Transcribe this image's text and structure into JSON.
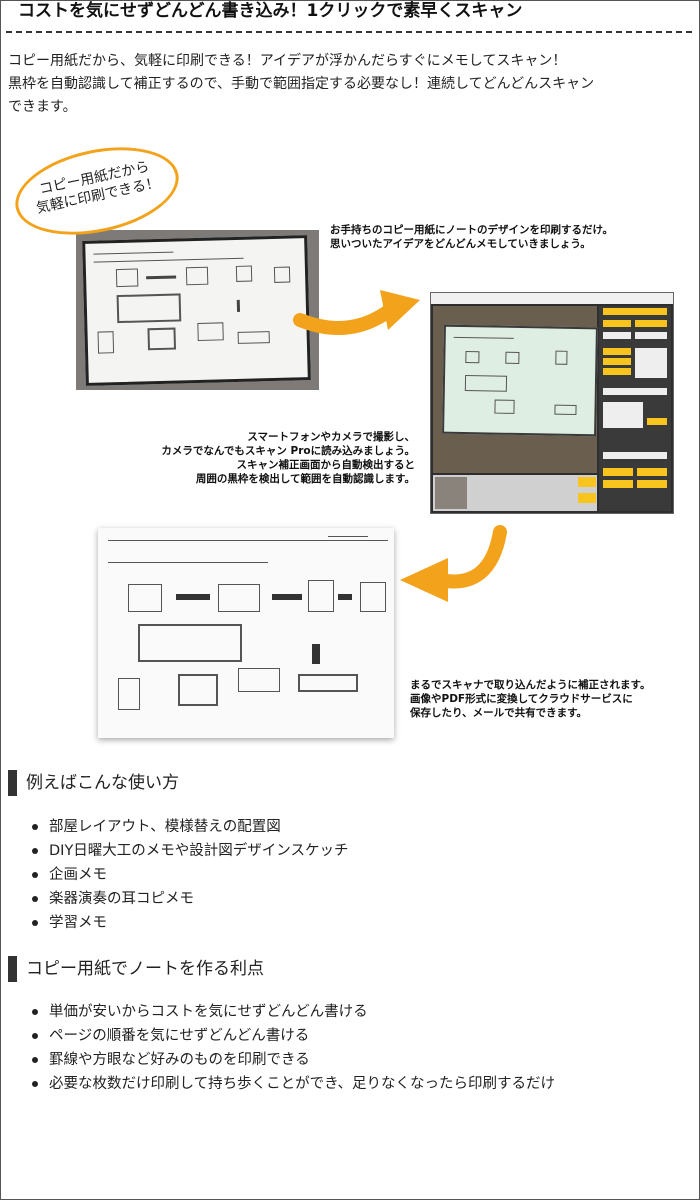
{
  "header": {
    "title": "コストを気にせずどんどん書き込み！1クリックで素早くスキャン"
  },
  "intro": {
    "line1": "コピー用紙だから、気軽に印刷できる！アイデアが浮かんだらすぐにメモしてスキャン！",
    "line2": "黒枠を自動認識して補正するので、手動で範囲指定する必要なし！連続してどんどんスキャン",
    "line3": "できます。"
  },
  "illustration": {
    "bubble_line1": "コピー用紙だから",
    "bubble_line2": "気軽に印刷できる！",
    "caption1_line1": "お手持ちのコピー用紙にノートのデザインを印刷するだけ。",
    "caption1_line2": "思いついたアイデアをどんどんメモしていきましょう。",
    "caption2_line1": "スマートフォンやカメラで撮影し、",
    "caption2_line2": "カメラでなんでもスキャン Proに読み込みましょう。",
    "caption2_line3": "スキャン補正画面から自動検出すると",
    "caption2_line4": "周囲の黒枠を検出して範囲を自動認識します。",
    "caption3_line1": "まるでスキャナで取り込んだように補正されます。",
    "caption3_line2": "画像やPDF形式に変換してクラウドサービスに",
    "caption3_line3": "保存したり、メールで共有できます。",
    "accent_color": "#f3a21b"
  },
  "section1": {
    "heading": "例えばこんな使い方",
    "items": [
      "部屋レイアウト、模様替えの配置図",
      "DIY日曜大工のメモや設計図デザインスケッチ",
      "企画メモ",
      "楽器演奏の耳コピメモ",
      "学習メモ"
    ]
  },
  "section2": {
    "heading": "コピー用紙でノートを作る利点",
    "items": [
      "単価が安いからコストを気にせずどんどん書ける",
      "ページの順番を気にせずどんどん書ける",
      "罫線や方眼など好みのものを印刷できる",
      "必要な枚数だけ印刷して持ち歩くことができ、足りなくなったら印刷するだけ"
    ]
  }
}
